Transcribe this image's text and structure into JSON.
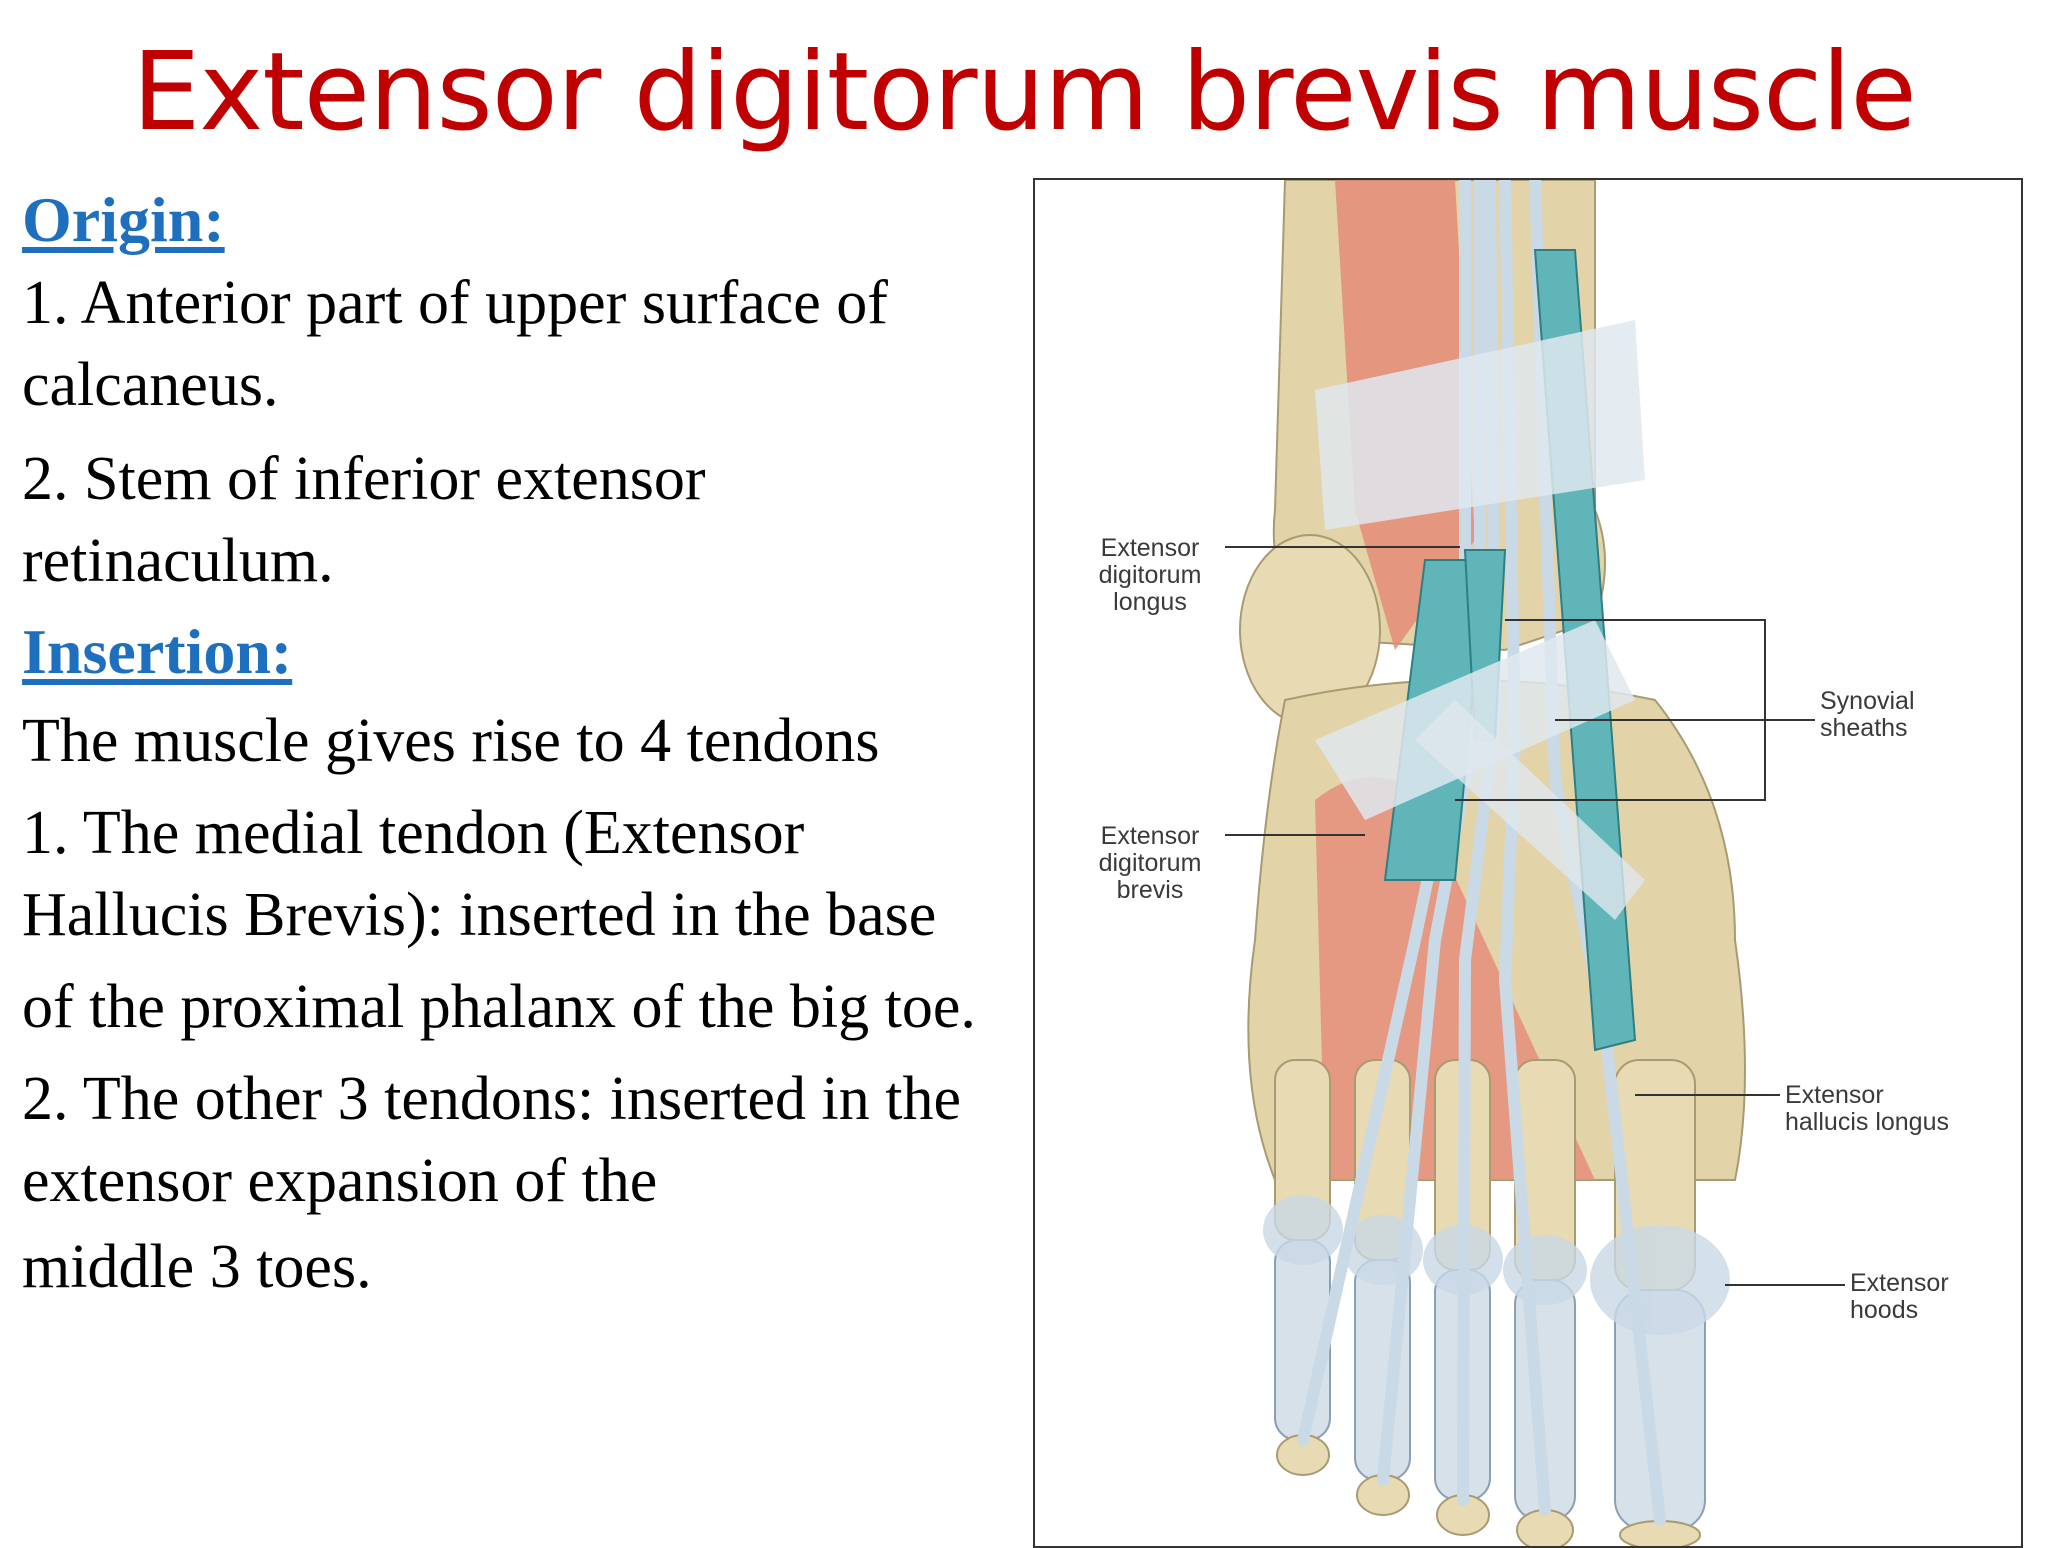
{
  "slide": {
    "title": "Extensor digitorum brevis muscle"
  },
  "origin": {
    "heading": "Origin:",
    "items": [
      "1. Anterior part of upper surface of calcaneus.",
      "2. Stem of inferior extensor retinaculum."
    ]
  },
  "insertion": {
    "heading": "Insertion:",
    "intro": "The muscle gives rise to 4 tendons",
    "items": [
      "1. The medial tendon (Extensor Hallucis Brevis): inserted in the base",
      "of the proximal phalanx of the big toe.",
      "2. The other 3 tendons: inserted in the extensor expansion of the",
      "middle 3 toes."
    ]
  },
  "figure": {
    "labels": {
      "edl": "Extensor\ndigitorum\nlongus",
      "edb": "Extensor\ndigitorum\nbrevis",
      "synovial": "Synovial\nsheaths",
      "ehl": "Extensor\nhallucis longus",
      "hoods": "Extensor\nhoods"
    },
    "colors": {
      "bone": "#e3d3a8",
      "muscle": "#e58b78",
      "tendon": "#c9d9e6",
      "sheath": "#5fb5b8",
      "retinaculum": "#dfe7ee"
    }
  }
}
